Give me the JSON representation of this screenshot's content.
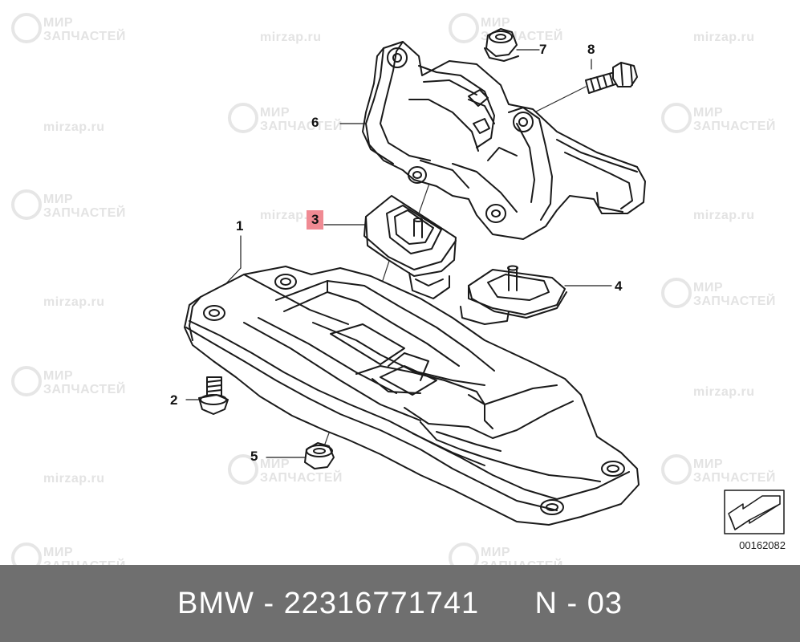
{
  "watermark": {
    "line1": "МИР",
    "line2": "ЗАПЧАСТЕЙ",
    "domain": "mirzap.ru"
  },
  "callouts": {
    "c1": "1",
    "c2": "2",
    "c3": "3",
    "c4": "4",
    "c5": "5",
    "c6": "6",
    "c7": "7",
    "c8": "8"
  },
  "highlighted_callout": "3",
  "diagram_code": "00162082",
  "footer": {
    "brand": "BMW",
    "sep": "-",
    "part_number": "22316771741",
    "position_label": "N - 03"
  },
  "colors": {
    "highlight": "#f08a93",
    "footer_bg": "#6f6f6f",
    "watermark": "#e3e3e3"
  }
}
